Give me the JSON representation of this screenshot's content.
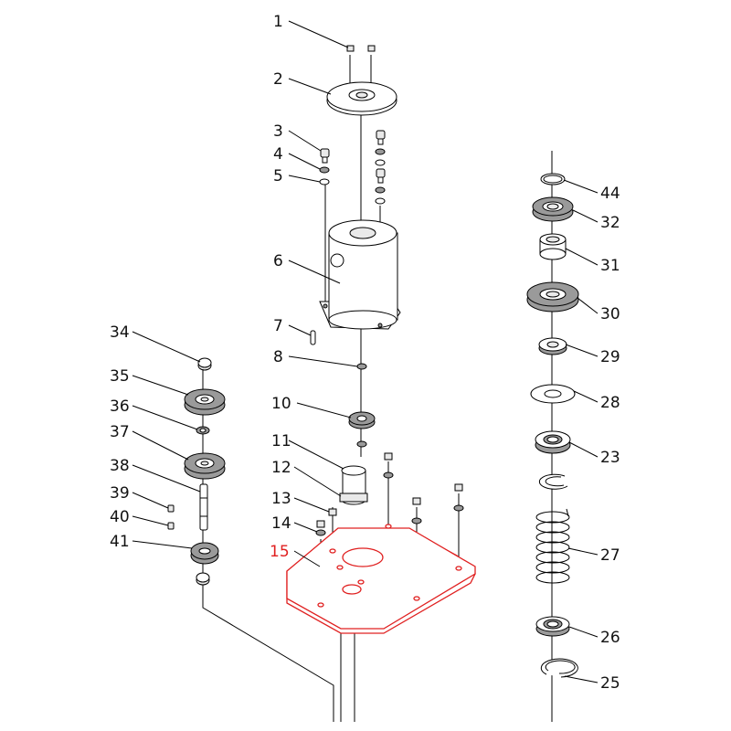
{
  "diagram": {
    "highlight_color": "#e02020",
    "callouts": [
      {
        "id": "1",
        "label": "1",
        "highlighted": false
      },
      {
        "id": "2",
        "label": "2",
        "highlighted": false
      },
      {
        "id": "3",
        "label": "3",
        "highlighted": false
      },
      {
        "id": "4",
        "label": "4",
        "highlighted": false
      },
      {
        "id": "5",
        "label": "5",
        "highlighted": false
      },
      {
        "id": "6",
        "label": "6",
        "highlighted": false
      },
      {
        "id": "7",
        "label": "7",
        "highlighted": false
      },
      {
        "id": "8",
        "label": "8",
        "highlighted": false
      },
      {
        "id": "10",
        "label": "10",
        "highlighted": false
      },
      {
        "id": "11",
        "label": "11",
        "highlighted": false
      },
      {
        "id": "12",
        "label": "12",
        "highlighted": false
      },
      {
        "id": "13",
        "label": "13",
        "highlighted": false
      },
      {
        "id": "14",
        "label": "14",
        "highlighted": false
      },
      {
        "id": "15",
        "label": "15",
        "highlighted": true
      },
      {
        "id": "23",
        "label": "23",
        "highlighted": false
      },
      {
        "id": "25",
        "label": "25",
        "highlighted": false
      },
      {
        "id": "26",
        "label": "26",
        "highlighted": false
      },
      {
        "id": "27",
        "label": "27",
        "highlighted": false
      },
      {
        "id": "28",
        "label": "28",
        "highlighted": false
      },
      {
        "id": "29",
        "label": "29",
        "highlighted": false
      },
      {
        "id": "30",
        "label": "30",
        "highlighted": false
      },
      {
        "id": "31",
        "label": "31",
        "highlighted": false
      },
      {
        "id": "32",
        "label": "32",
        "highlighted": false
      },
      {
        "id": "34",
        "label": "34",
        "highlighted": false
      },
      {
        "id": "35",
        "label": "35",
        "highlighted": false
      },
      {
        "id": "36",
        "label": "36",
        "highlighted": false
      },
      {
        "id": "37",
        "label": "37",
        "highlighted": false
      },
      {
        "id": "38",
        "label": "38",
        "highlighted": false
      },
      {
        "id": "39",
        "label": "39",
        "highlighted": false
      },
      {
        "id": "40",
        "label": "40",
        "highlighted": false
      },
      {
        "id": "41",
        "label": "41",
        "highlighted": false
      },
      {
        "id": "44",
        "label": "44",
        "highlighted": false
      }
    ]
  }
}
